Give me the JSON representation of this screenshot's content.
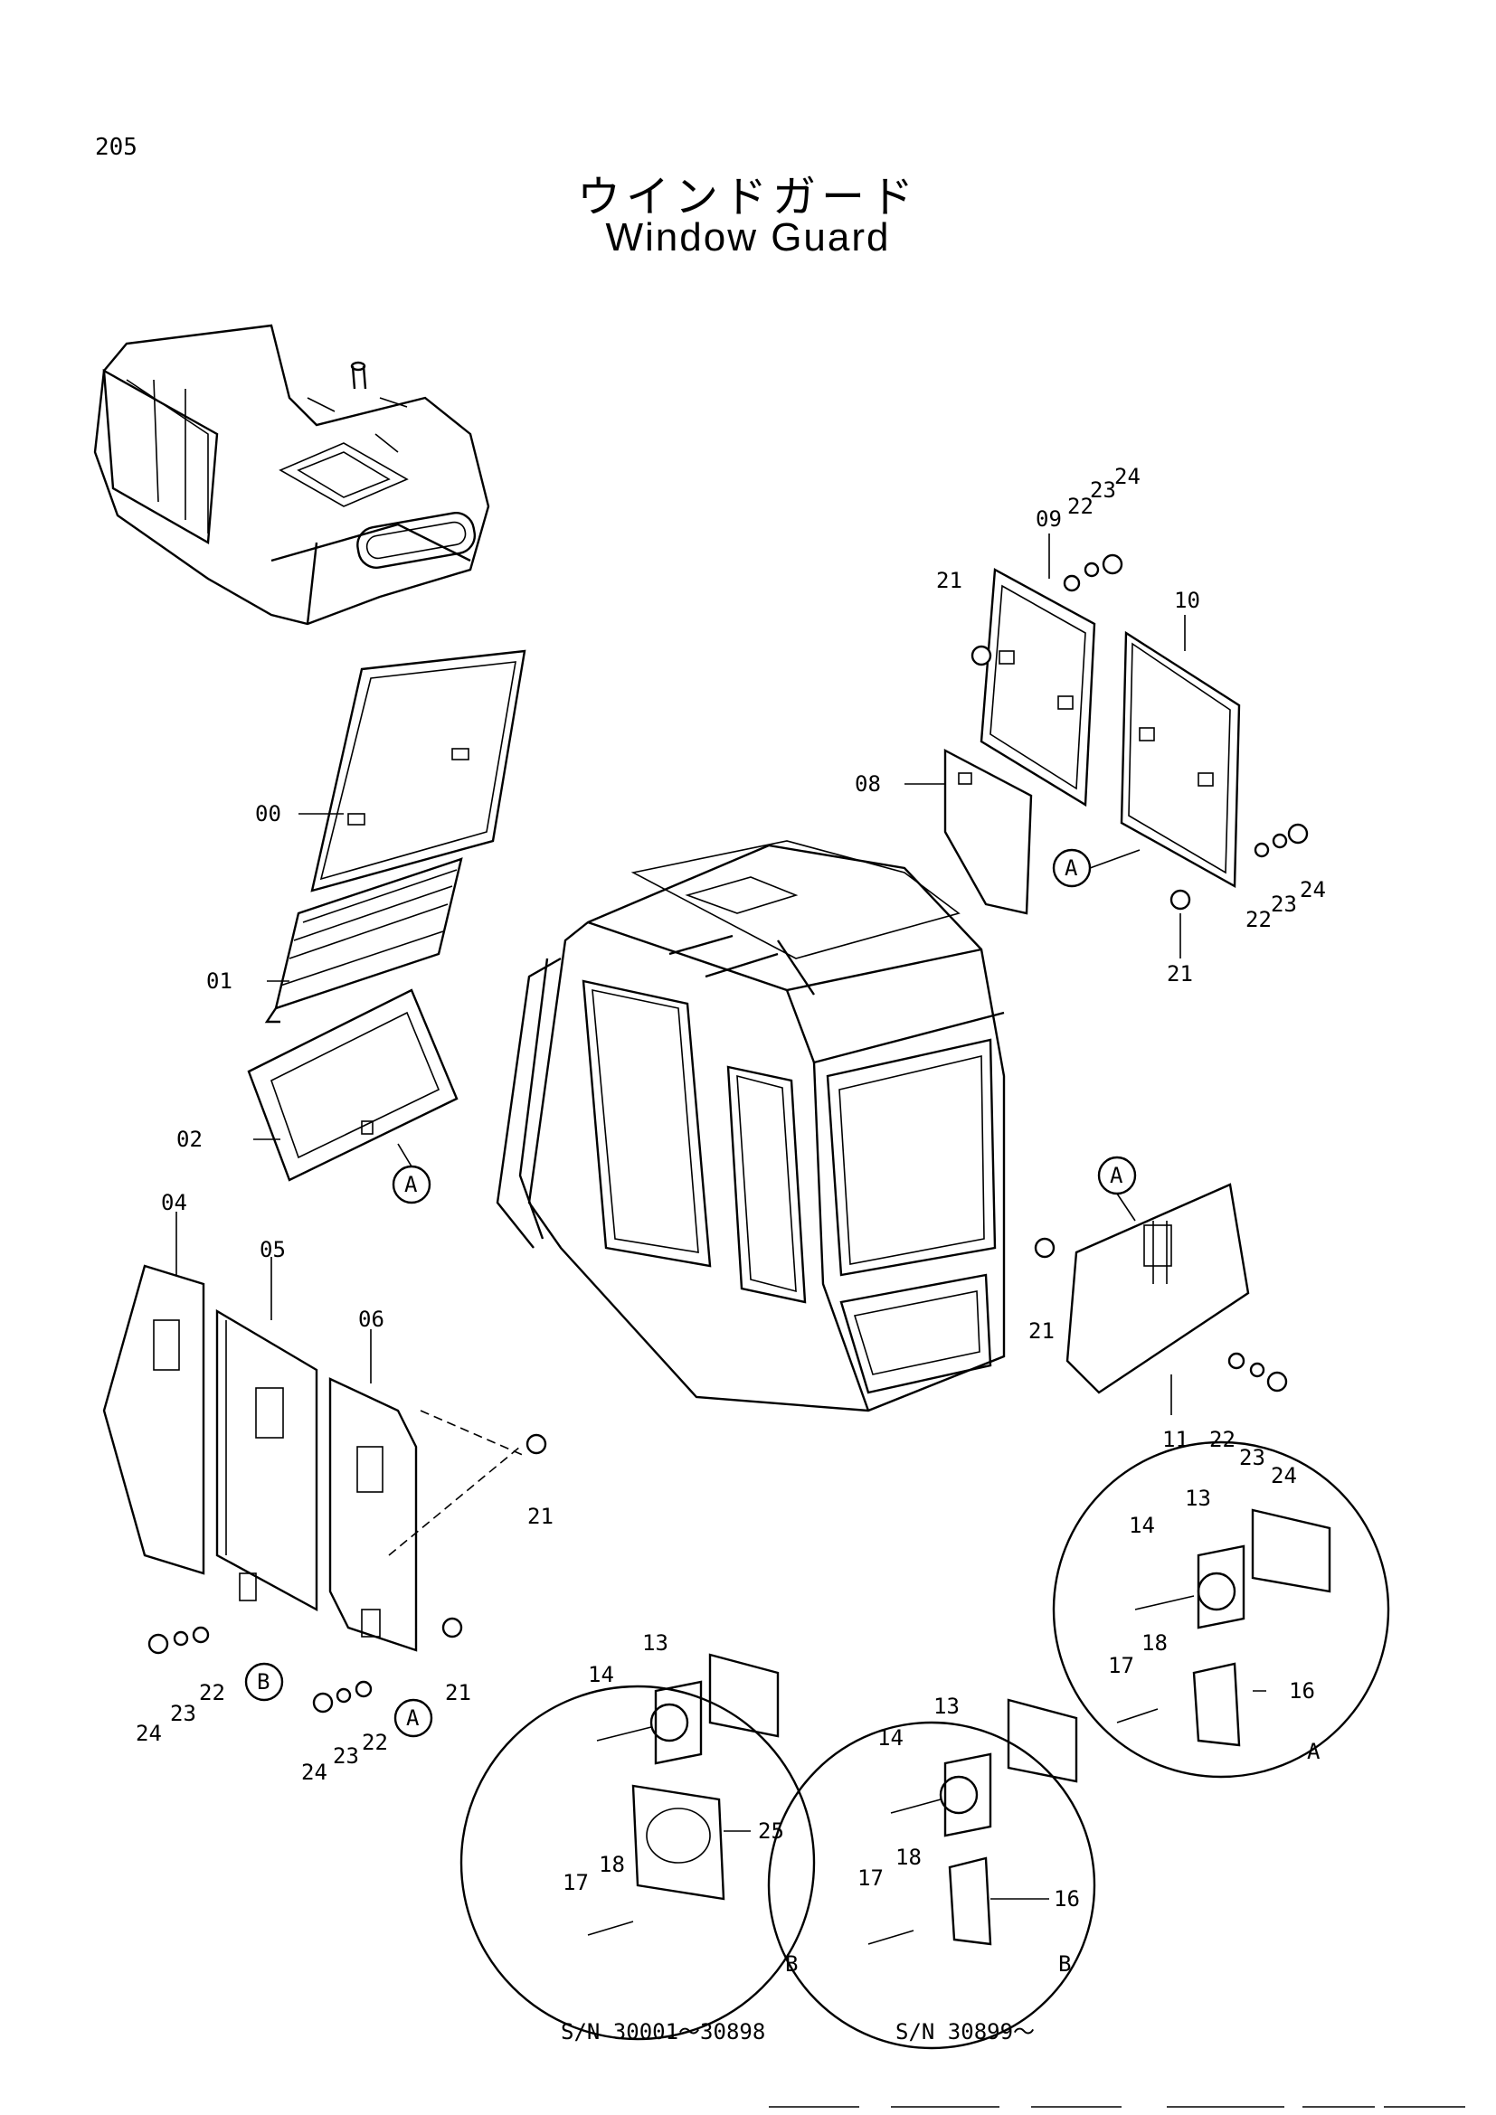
{
  "page_number": "205",
  "title_jp": "ウインドガード",
  "title_en": "Window Guard",
  "labels": {
    "p00": "00",
    "p01": "01",
    "p02": "02",
    "p04": "04",
    "p05": "05",
    "p06": "06",
    "p08": "08",
    "p09": "09",
    "p10": "10",
    "p11": "11",
    "p13": "13",
    "p14": "14",
    "p16": "16",
    "p17": "17",
    "p18": "18",
    "p21": "21",
    "p22": "22",
    "p23": "23",
    "p24": "24",
    "p25": "25",
    "callout_a": "A",
    "callout_b": "B"
  },
  "serial_left": "S/N 30001～30898",
  "serial_right": "S/N 30899～"
}
